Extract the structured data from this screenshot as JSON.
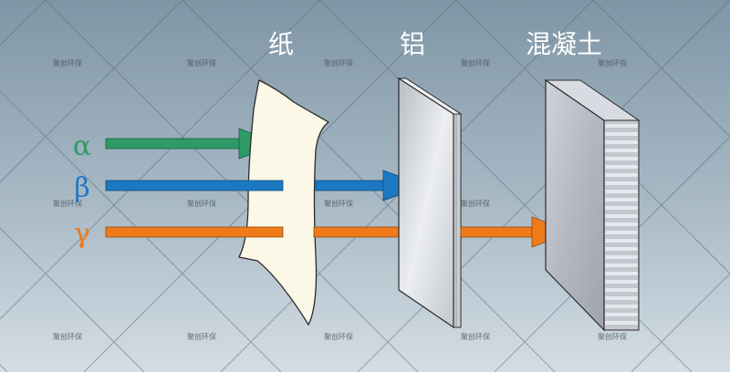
{
  "barriers": {
    "paper": "纸",
    "aluminum": "铝",
    "concrete": "混凝土"
  },
  "rays": {
    "alpha": {
      "symbol": "α",
      "color": "#2e9a68"
    },
    "beta": {
      "symbol": "β",
      "color": "#1d78c4"
    },
    "gamma": {
      "symbol": "γ",
      "color": "#ee7a1a"
    }
  },
  "watermark": "聚创环保",
  "colors": {
    "background_top": "#7f96a6",
    "background_bottom": "#d4dde4",
    "paper": "#fbf8e7",
    "aluminum": "#d9dde2",
    "concrete": "#b9bfc9"
  }
}
